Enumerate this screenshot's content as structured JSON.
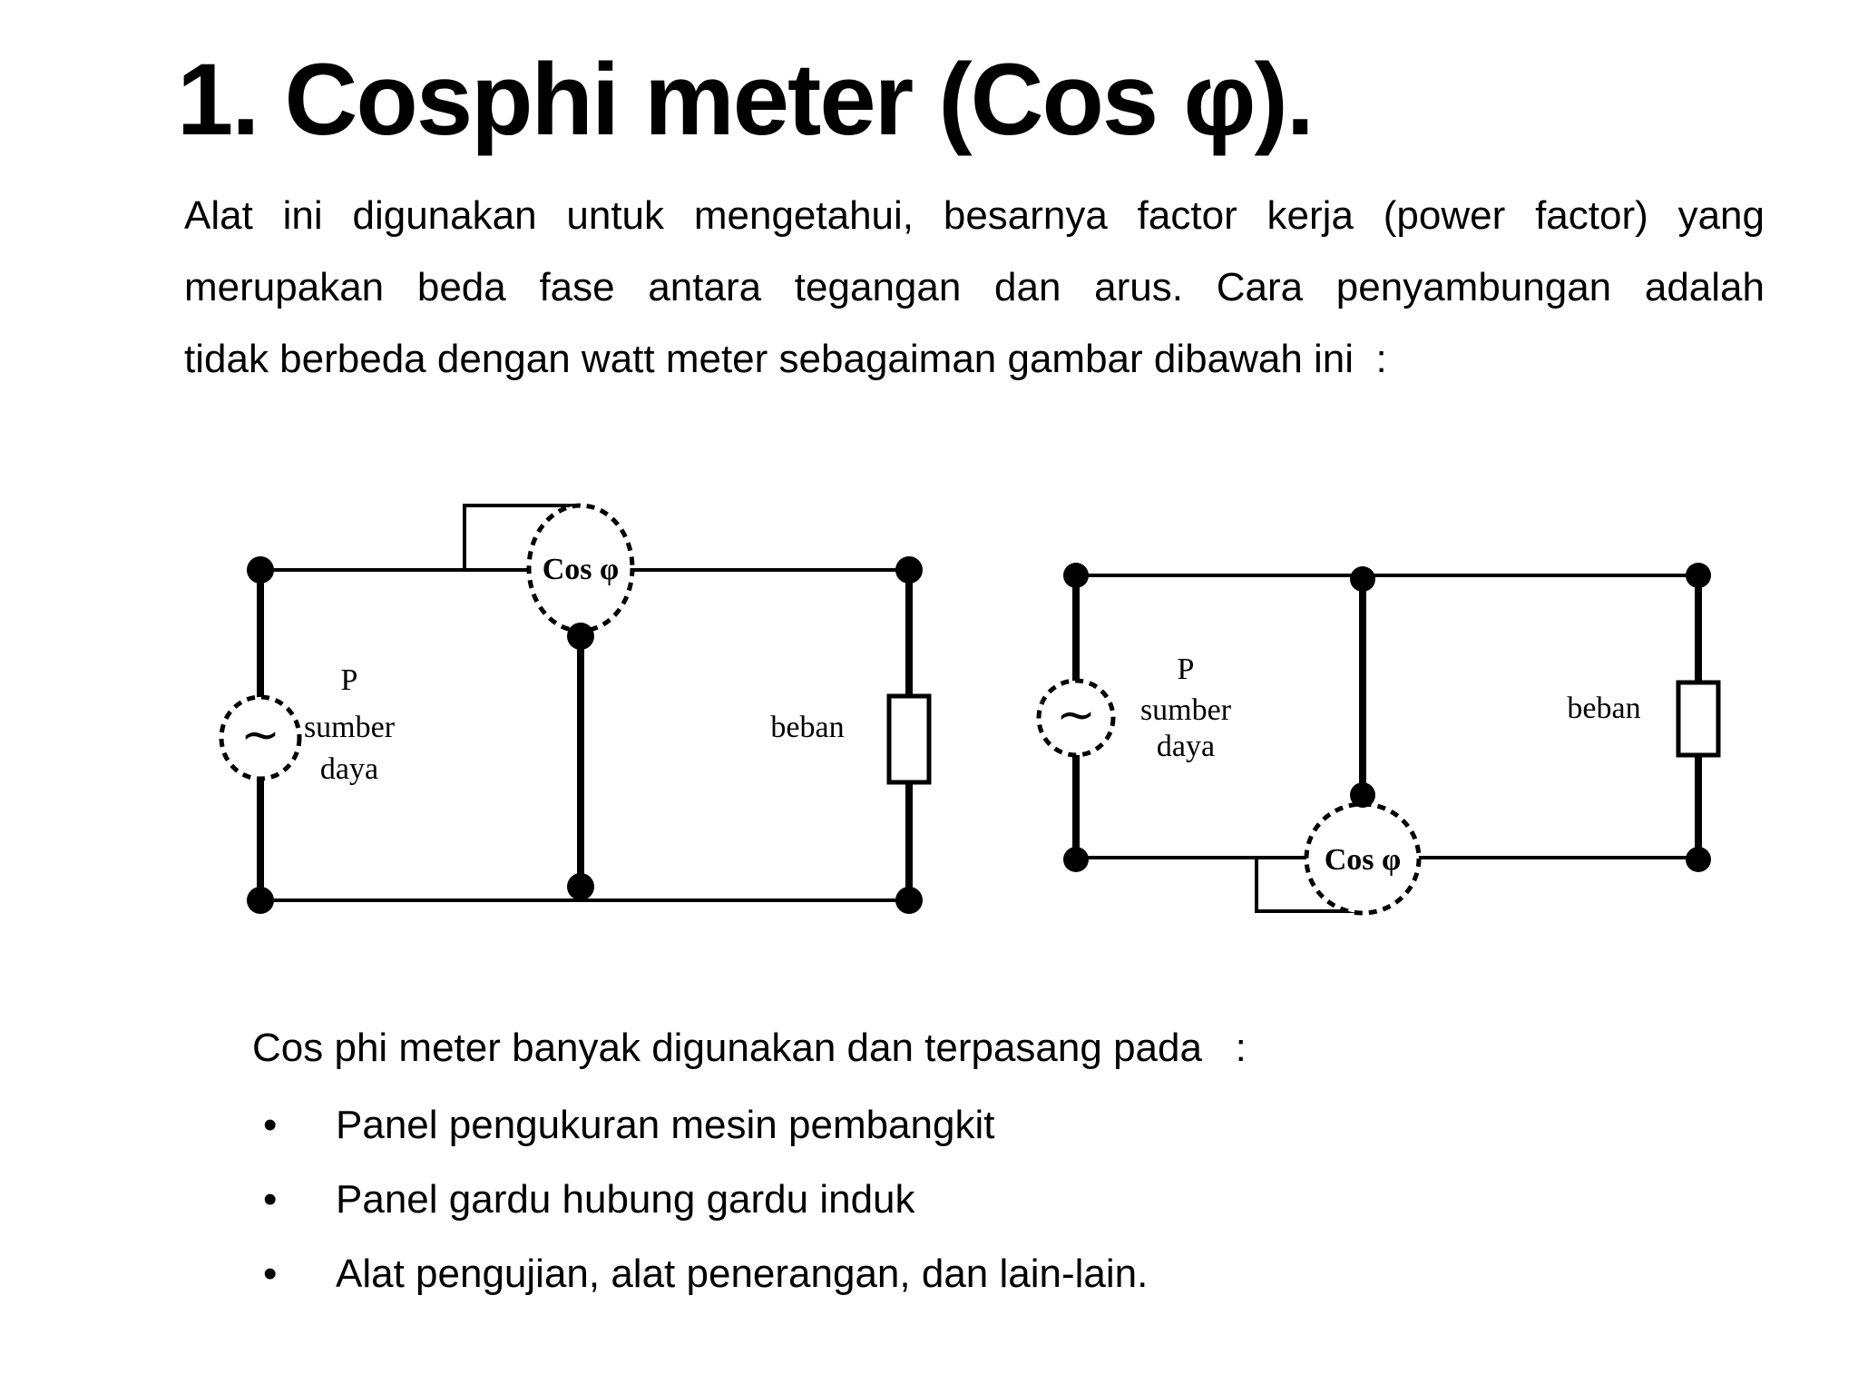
{
  "page": {
    "title": "1. Cosphi meter (Cos φ)."
  },
  "paragraph": {
    "lines": [
      "Alat ini digunakan untuk mengetahui, besarnya factor kerja (power factor) yang",
      "merupakan beda fase antara tegangan dan arus. Cara penyambungan adalah",
      "tidak berbeda dengan watt meter sebagaiman gambar dibawah ini  :"
    ]
  },
  "figure": {
    "left": {
      "meter_label": "Cos φ",
      "source_symbol": "∼",
      "source_name": [
        "P",
        "sumber",
        "daya"
      ],
      "load_label": "beban"
    },
    "right": {
      "meter_label": "Cos φ",
      "source_symbol": "∼",
      "source_name": [
        "P",
        "sumber",
        "daya"
      ],
      "load_label": "beban"
    }
  },
  "usage": {
    "intro": "Cos phi meter banyak digunakan dan terpasang pada   :",
    "bullet_glyph": "•",
    "items": [
      "Panel pengukuran mesin pembangkit",
      "Panel gardu hubung gardu induk",
      "Alat pengujian, alat penerangan, dan lain-lain."
    ]
  },
  "colors": {
    "ink": "#000000",
    "paper": "#ffffff"
  }
}
